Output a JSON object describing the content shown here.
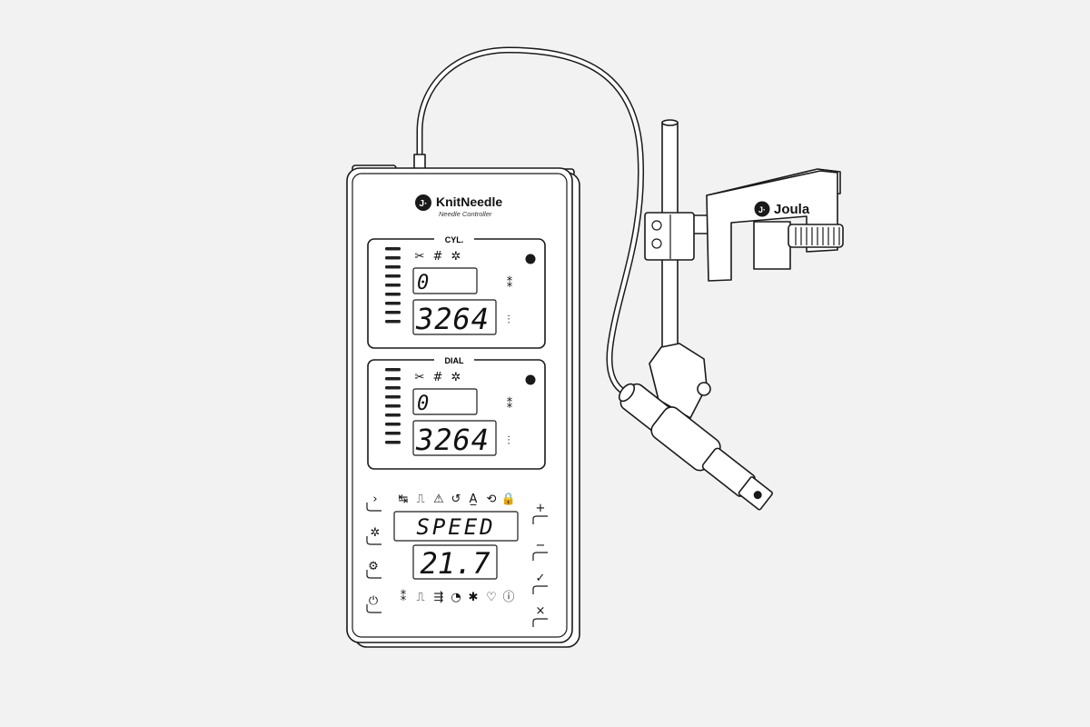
{
  "controller": {
    "brand": "KnitNeedle",
    "subtitle": "Needle Controller",
    "cyl": {
      "label": "CYL.",
      "small_value": "0",
      "big_value": "3264"
    },
    "dial": {
      "label": "DIAL",
      "small_value": "0",
      "big_value": "3264"
    },
    "mode_display": "SPEED",
    "value_display": "21.7",
    "top_icons": [
      "↹",
      "⎍",
      "⚠",
      "↺",
      "A̲",
      "⟲",
      "🔒"
    ],
    "bottom_icons": [
      "⁑",
      "⎍",
      "⇶",
      "◔",
      "✱",
      "♡",
      "ⓘ"
    ],
    "left_buttons": [
      "›",
      "✲",
      "⚙",
      "⏻"
    ],
    "right_buttons": [
      "+",
      "−",
      "✓",
      "×"
    ],
    "panel_icons": [
      "✂",
      "#",
      "✲"
    ],
    "side_icons": [
      "⁑",
      "⫶"
    ]
  },
  "clamp": {
    "brand": "Joula"
  },
  "colors": {
    "background": "#f2f2f2",
    "line": "#1a1a1a",
    "fill": "#ffffff"
  }
}
